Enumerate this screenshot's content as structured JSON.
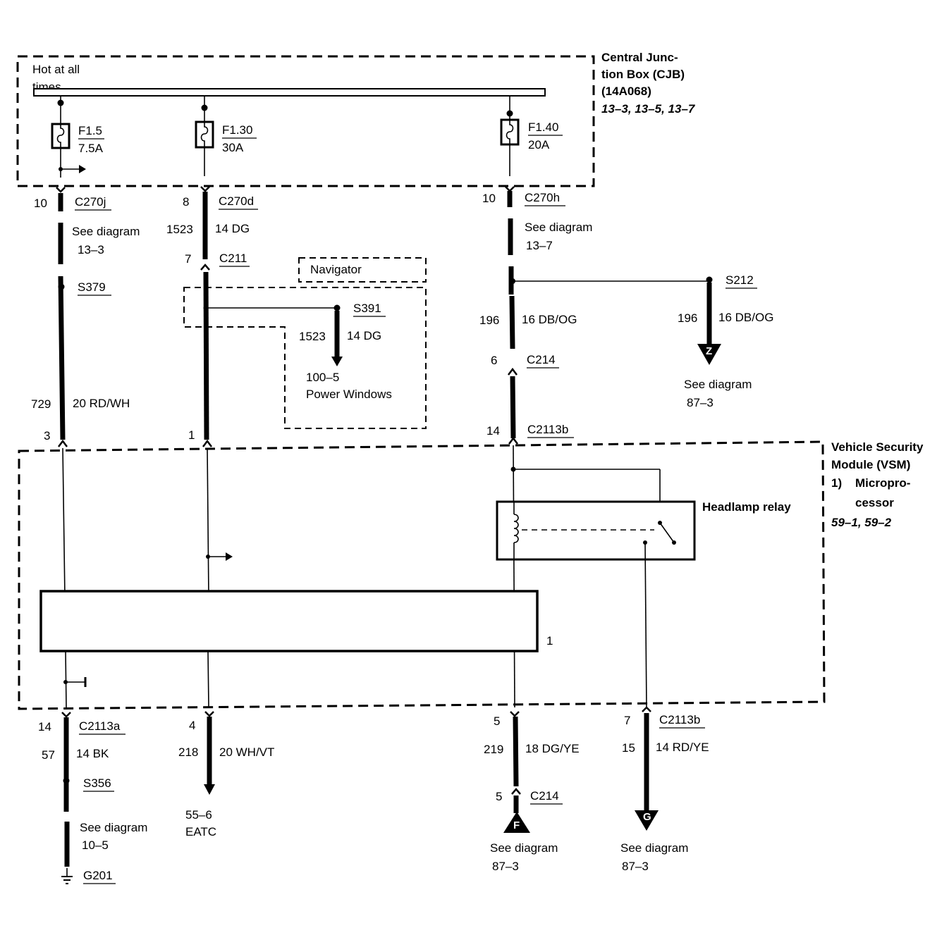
{
  "cjb": {
    "bus_label_line1": "Hot at all",
    "bus_label_line2": "times",
    "title_line1": "Central Junc-",
    "title_line2": "tion Box (CJB)",
    "title_line3": "(14A068)",
    "refs": "13–3, 13–5, 13–7"
  },
  "fuses": [
    {
      "id": "F1.5",
      "rating": "7.5A"
    },
    {
      "id": "F1.30",
      "rating": "30A"
    },
    {
      "id": "F1.40",
      "rating": "20A"
    }
  ],
  "circuit1": {
    "pin_top": "10",
    "connector_top": "C270j",
    "see_diagram": "See diagram",
    "see_ref": "13–3",
    "splice": "S379",
    "circuit": "729",
    "wire": "20 RD/WH",
    "pin_vsm": "3",
    "pin_bottom": "14",
    "connector_bottom": "C2113a",
    "circuit_bottom": "57",
    "wire_bottom": "14 BK",
    "splice_bottom": "S356",
    "see_bottom": "See diagram",
    "see_bottom_ref": "10–5",
    "ground": "G201"
  },
  "circuit2": {
    "pin_top": "8",
    "connector_top": "C270d",
    "circuit": "1523",
    "wire": "14 DG",
    "pin_mid": "7",
    "connector_mid": "C211",
    "navigator": "Navigator",
    "splice": "S391",
    "branch_circuit": "1523",
    "branch_wire": "14 DG",
    "branch_ref": "100–5",
    "branch_dest": "Power Windows",
    "pin_vsm": "1",
    "pin_bottom": "4",
    "circuit_bottom": "218",
    "wire_bottom": "20 WH/VT",
    "dest_ref": "55–6",
    "dest": "EATC"
  },
  "circuit3": {
    "pin_top": "10",
    "connector_top": "C270h",
    "see_diagram": "See diagram",
    "see_ref": "13–7",
    "circuit": "196",
    "wire": "16 DB/OG",
    "pin_mid": "6",
    "connector_mid": "C214",
    "pin_vsm": "14",
    "connector_vsm": "C2113b",
    "splice_right": "S212",
    "right_circuit": "196",
    "right_wire": "16 DB/OG",
    "right_tag": "Z",
    "right_see": "See diagram",
    "right_ref": "87–3",
    "pin_bottom": "5",
    "circuit_bottom": "219",
    "wire_bottom": "18 DG/YE",
    "pin_c214": "5",
    "connector_c214": "C214",
    "tag_f": "F",
    "see_f": "See diagram",
    "ref_f": "87–3",
    "pin_g": "7",
    "connector_g": "C2113b",
    "circuit_g": "15",
    "wire_g": "14 RD/YE",
    "tag_g": "G",
    "see_g": "See diagram",
    "ref_g": "87–3"
  },
  "vsm": {
    "title_line1": "Vehicle Security",
    "title_line2": "Module (VSM)",
    "item_num": "1)",
    "item_line1": "Micropro-",
    "item_line2": "cessor",
    "refs": "59–1, 59–2",
    "headlamp_relay": "Headlamp relay",
    "micro_label": "1"
  }
}
